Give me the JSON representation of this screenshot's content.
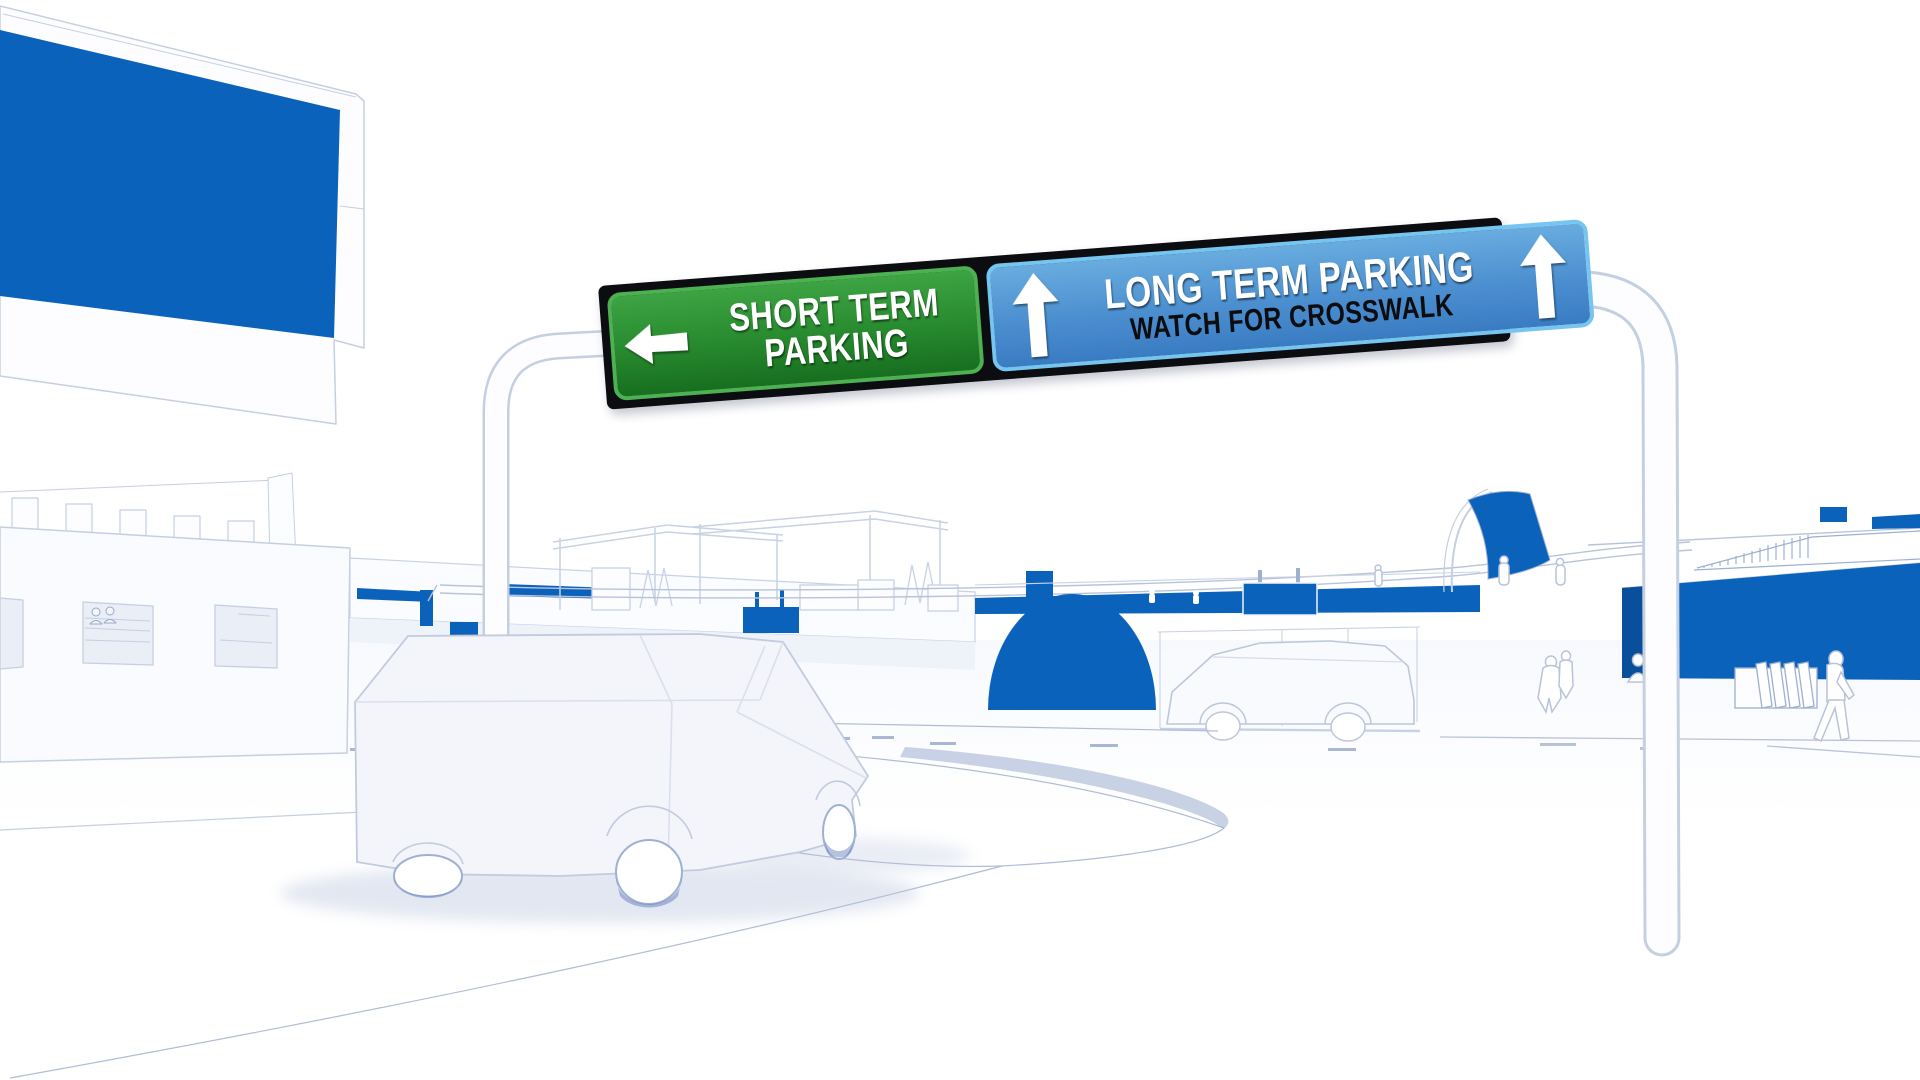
{
  "signs": {
    "short_term": {
      "line1": "SHORT TERM",
      "line2": "PARKING",
      "direction": "left"
    },
    "long_term": {
      "line1": "LONG TERM PARKING",
      "line2": "WATCH FOR CROSSWALK",
      "direction": "straight-ahead"
    }
  },
  "icons": {
    "short_term_arrow": "arrow-left-icon",
    "long_term_arrow_left": "arrow-up-icon",
    "long_term_arrow_right": "arrow-up-icon"
  },
  "palette": {
    "brand_blue": "#0b62bb",
    "dark_blue": "#0a4f9b",
    "sign_green": "#2b8f32",
    "sign_green_border": "#4db052",
    "sign_blue": "#4c8fd0",
    "sign_blue_border": "#76c4f0",
    "frame_black": "#0c0d10",
    "outline_gray_blue": "#c5cfe2",
    "shadow_blue": "#9fb0d4",
    "white": "#ffffff"
  }
}
